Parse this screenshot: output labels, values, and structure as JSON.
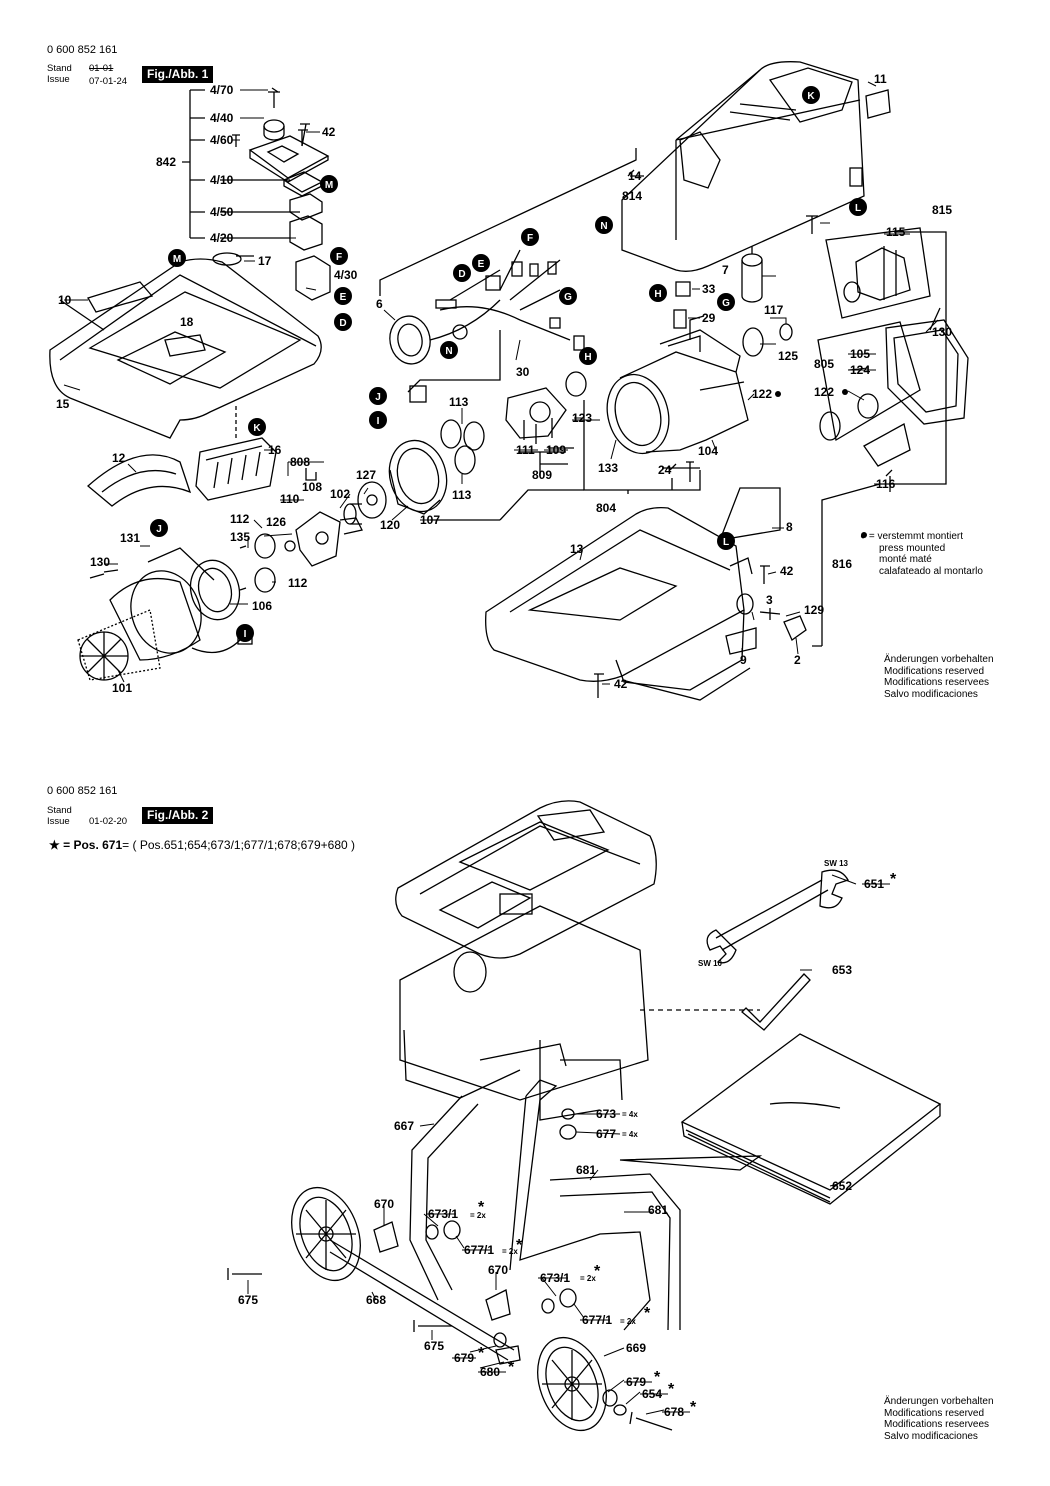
{
  "header1": {
    "part_no": "0 600 852 161",
    "stand": "Stand",
    "issue": "Issue",
    "date_old": "01-01",
    "date": "07-01-24",
    "fig": "Fig./Abb. 1"
  },
  "header2": {
    "part_no": "0 600 852 161",
    "stand": "Stand",
    "issue": "Issue",
    "date": "01-02-20",
    "fig": "Fig./Abb. 2"
  },
  "formula": {
    "star": "★",
    "pos": "= Pos. 671",
    "rest": "= ( Pos.651;654;673/1;677/1;678;679+680 )"
  },
  "legend": {
    "bullet": "● =",
    "lines": [
      "verstemmt montiert",
      "press mounted",
      "monté maté",
      "calafateado al montarlo"
    ]
  },
  "notice1": [
    "Änderungen vorbehalten",
    "Modifications reserved",
    "Modifications reservees",
    "Salvo modificaciones"
  ],
  "notice2": [
    "Änderungen vorbehalten",
    "Modifications reserved",
    "Modifications reservees",
    "Salvo modificaciones"
  ],
  "labels1": [
    "4/70",
    "4/40",
    "4/60",
    "42",
    "842",
    "4/10",
    "4/50",
    "4/20",
    "17",
    "4/30",
    "10",
    "18",
    "15",
    "11",
    "14",
    "814",
    "815",
    "115",
    "7",
    "33",
    "29",
    "117",
    "125",
    "130",
    "805",
    "105",
    "124",
    "122",
    "6",
    "30",
    "113",
    "123",
    "109",
    "111",
    "809",
    "133",
    "104",
    "24",
    "804",
    "113",
    "122",
    "116",
    "16",
    "808",
    "108",
    "110",
    "127",
    "102",
    "120",
    "107",
    "12",
    "112",
    "126",
    "135",
    "131",
    "130",
    "112",
    "106",
    "101",
    "8",
    "13",
    "42",
    "816",
    "3",
    "129",
    "9",
    "2",
    "42"
  ],
  "labels2": [
    "SW 13",
    "651",
    "SW 10",
    "653",
    "673",
    "= 4x",
    "677",
    "= 4x",
    "667",
    "681",
    "652",
    "670",
    "673/1",
    "= 2x",
    "677/1",
    "= 2x",
    "681",
    "670",
    "673/1",
    "= 2x",
    "677/1",
    "= 2x",
    "675",
    "668",
    "675",
    "679",
    "680",
    "669",
    "679",
    "654",
    "678"
  ],
  "callouts": [
    "K",
    "M",
    "M",
    "N",
    "L",
    "F",
    "E",
    "D",
    "G",
    "H",
    "H",
    "G",
    "N",
    "J",
    "I",
    "K",
    "J",
    "L",
    "I"
  ]
}
